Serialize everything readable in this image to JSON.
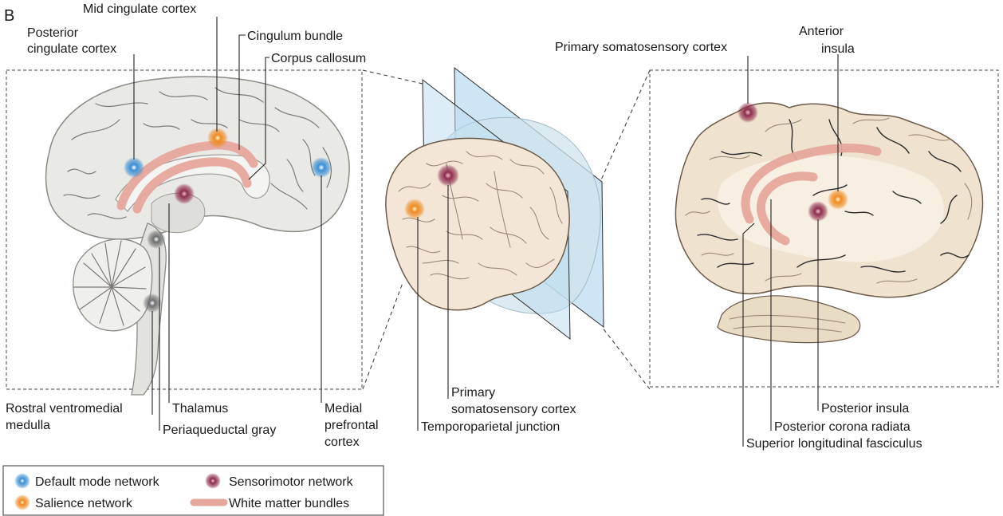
{
  "panel_letter": "B",
  "labels": {
    "mid_cingulate": "Mid cingulate cortex",
    "posterior_cingulate_1": "Posterior",
    "posterior_cingulate_2": "cingulate cortex",
    "cingulum_bundle": "Cingulum bundle",
    "corpus_callosum": "Corpus callosum",
    "rostral_ventromedial_1": "Rostral ventromedial",
    "rostral_ventromedial_2": "medulla",
    "thalamus": "Thalamus",
    "periaqueductal_gray": "Periaqueductal gray",
    "medial_prefrontal_1": "Medial",
    "medial_prefrontal_2": "prefrontal",
    "medial_prefrontal_3": "cortex",
    "primary_somatosensory_center_1": "Primary",
    "primary_somatosensory_center_2": "somatosensory cortex",
    "temporoparietal_junction": "Temporoparietal junction",
    "primary_somatosensory_right": "Primary somatosensory cortex",
    "anterior_insula_1": "Anterior",
    "anterior_insula_2": "insula",
    "posterior_insula": "Posterior insula",
    "posterior_corona_radiata": "Posterior corona radiata",
    "superior_longitudinal": "Superior longitudinal fasciculus"
  },
  "legend": {
    "default_mode": "Default mode network",
    "salience": "Salience network",
    "sensorimotor": "Sensorimotor network",
    "white_matter": "White matter bundles"
  },
  "colors": {
    "default_mode": "#3b8fd4",
    "salience": "#ef8a22",
    "sensorimotor": "#8e2e4d",
    "brainstem_node": "#6d6f70",
    "white_matter": "#e6a79c",
    "plane": "#bcdcf0",
    "medial_brain": "#e9e9e6",
    "lateral_brain": "#f3e6d6",
    "coronal_slice": "#efe3cf"
  }
}
